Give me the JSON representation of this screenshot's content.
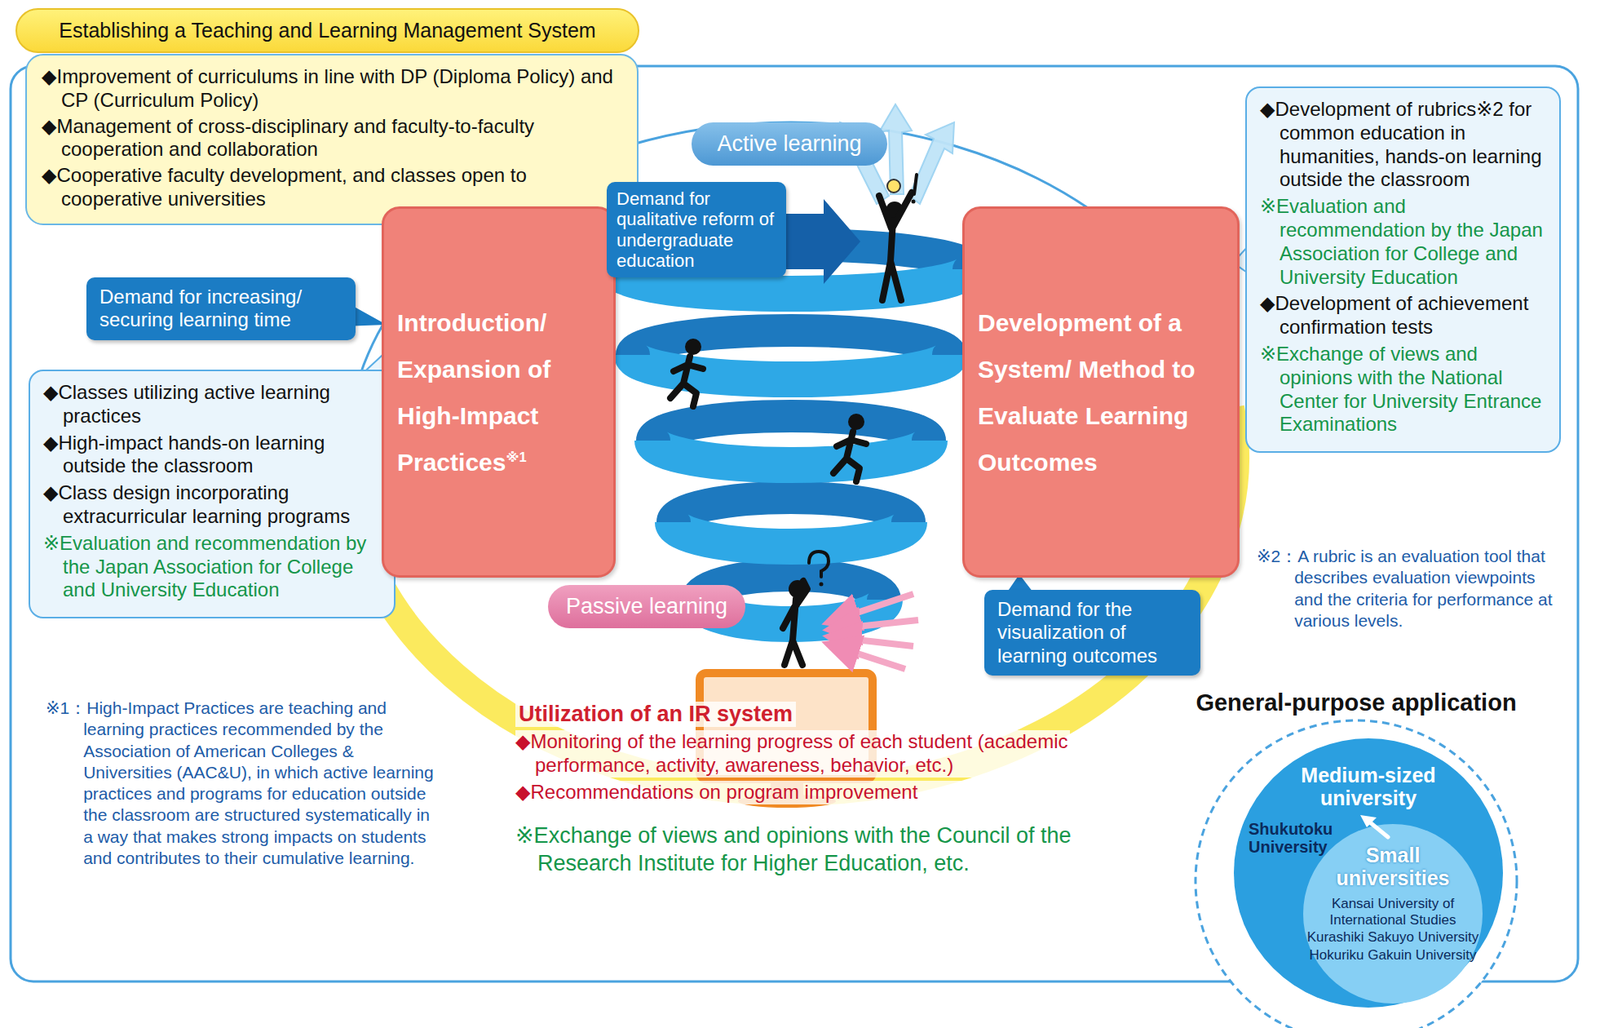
{
  "diagram": {
    "title": "Establishing a Teaching and Learning Management System",
    "nodes": [
      {
        "text": [
          "◆Improvement of curriculums in line with DP (Diploma Policy) and CP (Curriculum Policy)",
          "◆Management of cross-disciplinary and faculty-to-faculty cooperation and collaboration",
          "◆Cooperative faculty development, and classes open to cooperative universities"
        ]
      },
      {
        "text": [
          "Demand for increasing/ securing learning time"
        ]
      },
      {
        "text": [
          "◆Classes utilizing active learning practices",
          "◆High-impact hands-on learning outside the classroom",
          "◆Class design incorporating extracurricular learning programs",
          "※Evaluation and recommendation by the Japan Association for College and University Education"
        ]
      },
      {
        "text": [
          "Introduction/ Expansion of High-Impact Practices",
          "※1"
        ]
      },
      {
        "text": [
          "Active learning"
        ]
      },
      {
        "text": [
          "Demand for qualitative reform of undergraduate education"
        ]
      },
      {
        "text": [
          "Passive learning"
        ]
      },
      {
        "text": [
          "Development of a System/ Method to Evaluate Learning Outcomes"
        ]
      },
      {
        "text": [
          "◆Development of rubrics※2 for common education in humanities, hands-on learning outside the classroom",
          "※Evaluation and recommendation by the Japan Association for College and University Education",
          "◆Development of achievement confirmation tests",
          "※Exchange of views and opinions with the National Center for University Entrance Examinations"
        ]
      },
      {
        "text": [
          "Demand for the visualization of learning outcomes"
        ]
      },
      {
        "text": [
          "General-purpose application"
        ]
      },
      {
        "text": [
          "Medium-sized university",
          "Shukutoku University"
        ],
        "in": 10
      },
      {
        "text": [
          "Small universities",
          "Kansai University of International Studies",
          "Kurashiki Sakuyo University",
          "Hokuriku Gakuin University"
        ],
        "in": 11
      }
    ],
    "labels": [
      "※1：High-Impact Practices are teaching and learning practices recommended by the Association of American Colleges & Universities (AAC&U), in which active learning practices and programs for education outside the classroom are structured systematically in a way that makes strong impacts on students and contributes to their cumulative learning.",
      "※2：A rubric is an evaluation tool that describes evaluation viewpoints and the criteria for performance at various levels.",
      "Utilization of an IR system",
      "◆Monitoring of the learning progress of each student (academic performance, activity, awareness, behavior, etc.)",
      "◆Recommendations on program improvement",
      "※Exchange of views and opinions with the Council of the Research Institute for Higher Education, etc."
    ]
  }
}
